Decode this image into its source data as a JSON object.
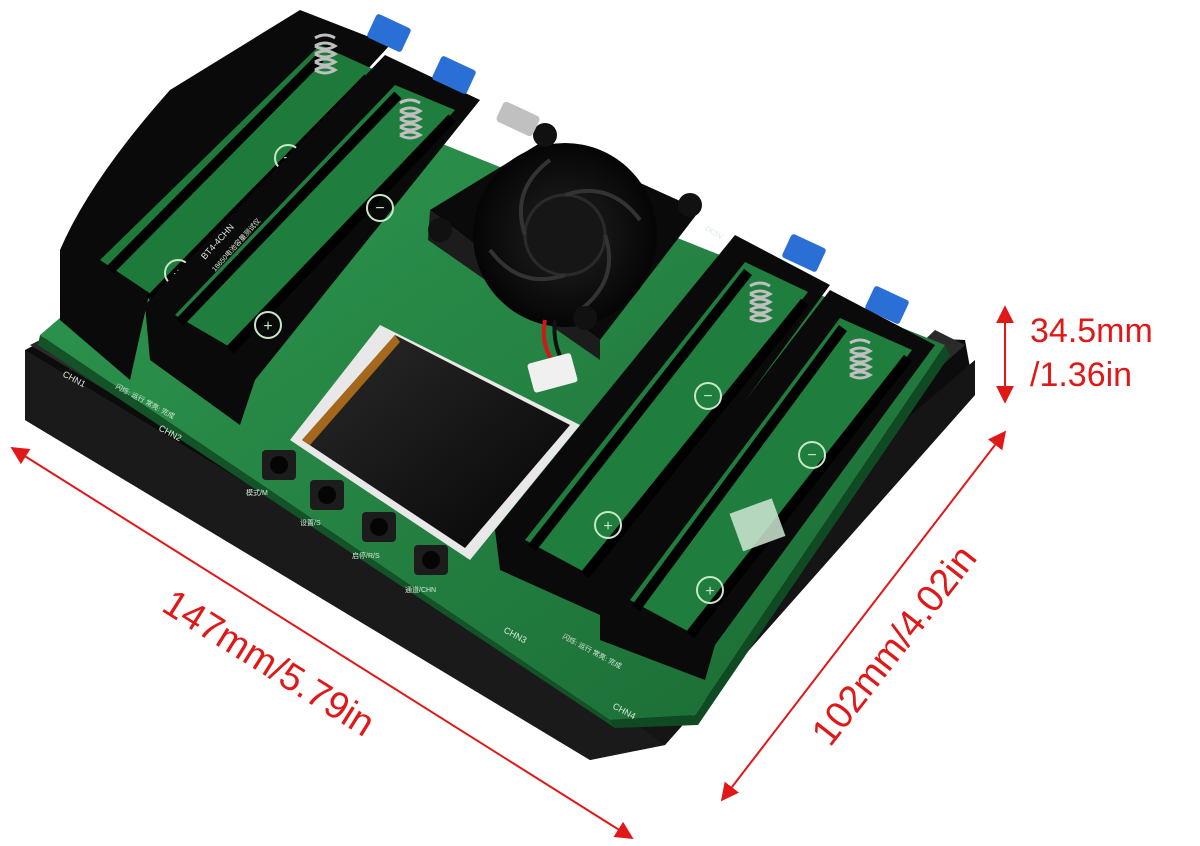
{
  "dimensions": {
    "length": "147mm/5.79in",
    "width": "102mm/4.02in",
    "height_mm": "34.5mm",
    "height_in": "/1.36in"
  },
  "board": {
    "model_label": "BT4-4CHN",
    "subtitle_label": "18650电池容量测试仪",
    "channels": [
      "CHN1",
      "CHN2",
      "CHN3",
      "CHN4"
    ],
    "buttons": [
      "模式/M",
      "设置/S",
      "启停/R/S",
      "通道/CHN"
    ],
    "status_left": "闪烁: 运行\n常亮: 完成",
    "status_right": "闪烁: 运行\n常亮: 完成",
    "input_label": "DC5V"
  },
  "colors": {
    "pcb": "#1f7a3c",
    "pcb_light": "#2f9a52",
    "holder": "#111111",
    "terminal": "#2a6fd6",
    "dimension": "#e01818"
  }
}
